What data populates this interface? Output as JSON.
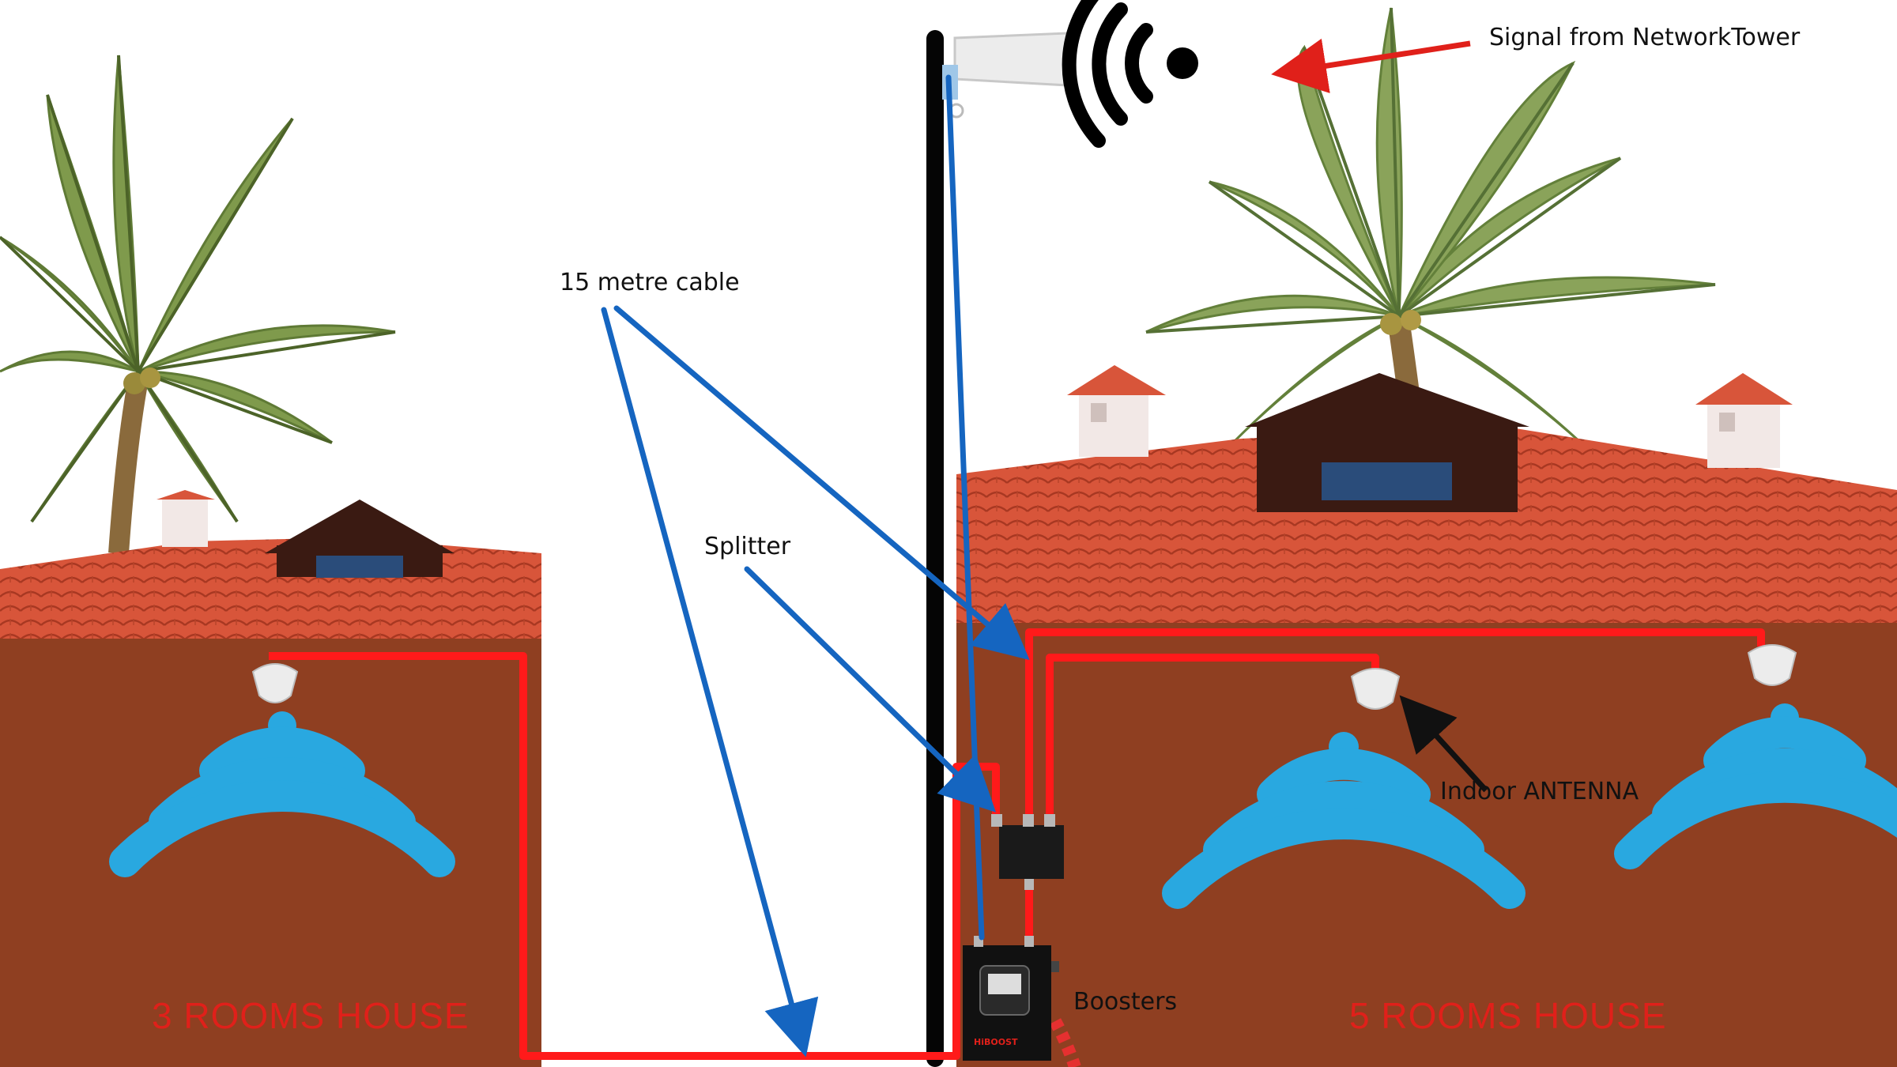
{
  "labels": {
    "signal": "Signal from NetworkTower",
    "cable": "15 metre cable",
    "splitter": "Splitter",
    "indoor_antenna": "Indoor  ANTENNA",
    "boosters": "Boosters"
  },
  "houses": {
    "left": "3 ROOMS HOUSE",
    "right": "5 ROOMS HOUSE"
  },
  "booster_brand": "HiBOOST",
  "booster_display": "HiBOOST",
  "icons": [
    "outdoor-antenna-icon",
    "wifi-signal-icon",
    "palm-tree-icon",
    "indoor-antenna-icon",
    "splitter-icon",
    "booster-icon"
  ],
  "colors": {
    "wall": "#8f3f21",
    "roof": "#d9543a",
    "cable_red": "#ff1a1a",
    "arrow_blue": "#1565c0",
    "wifi_blue": "#29a8e0",
    "house_label": "#e0201a",
    "pole": "#050505"
  }
}
